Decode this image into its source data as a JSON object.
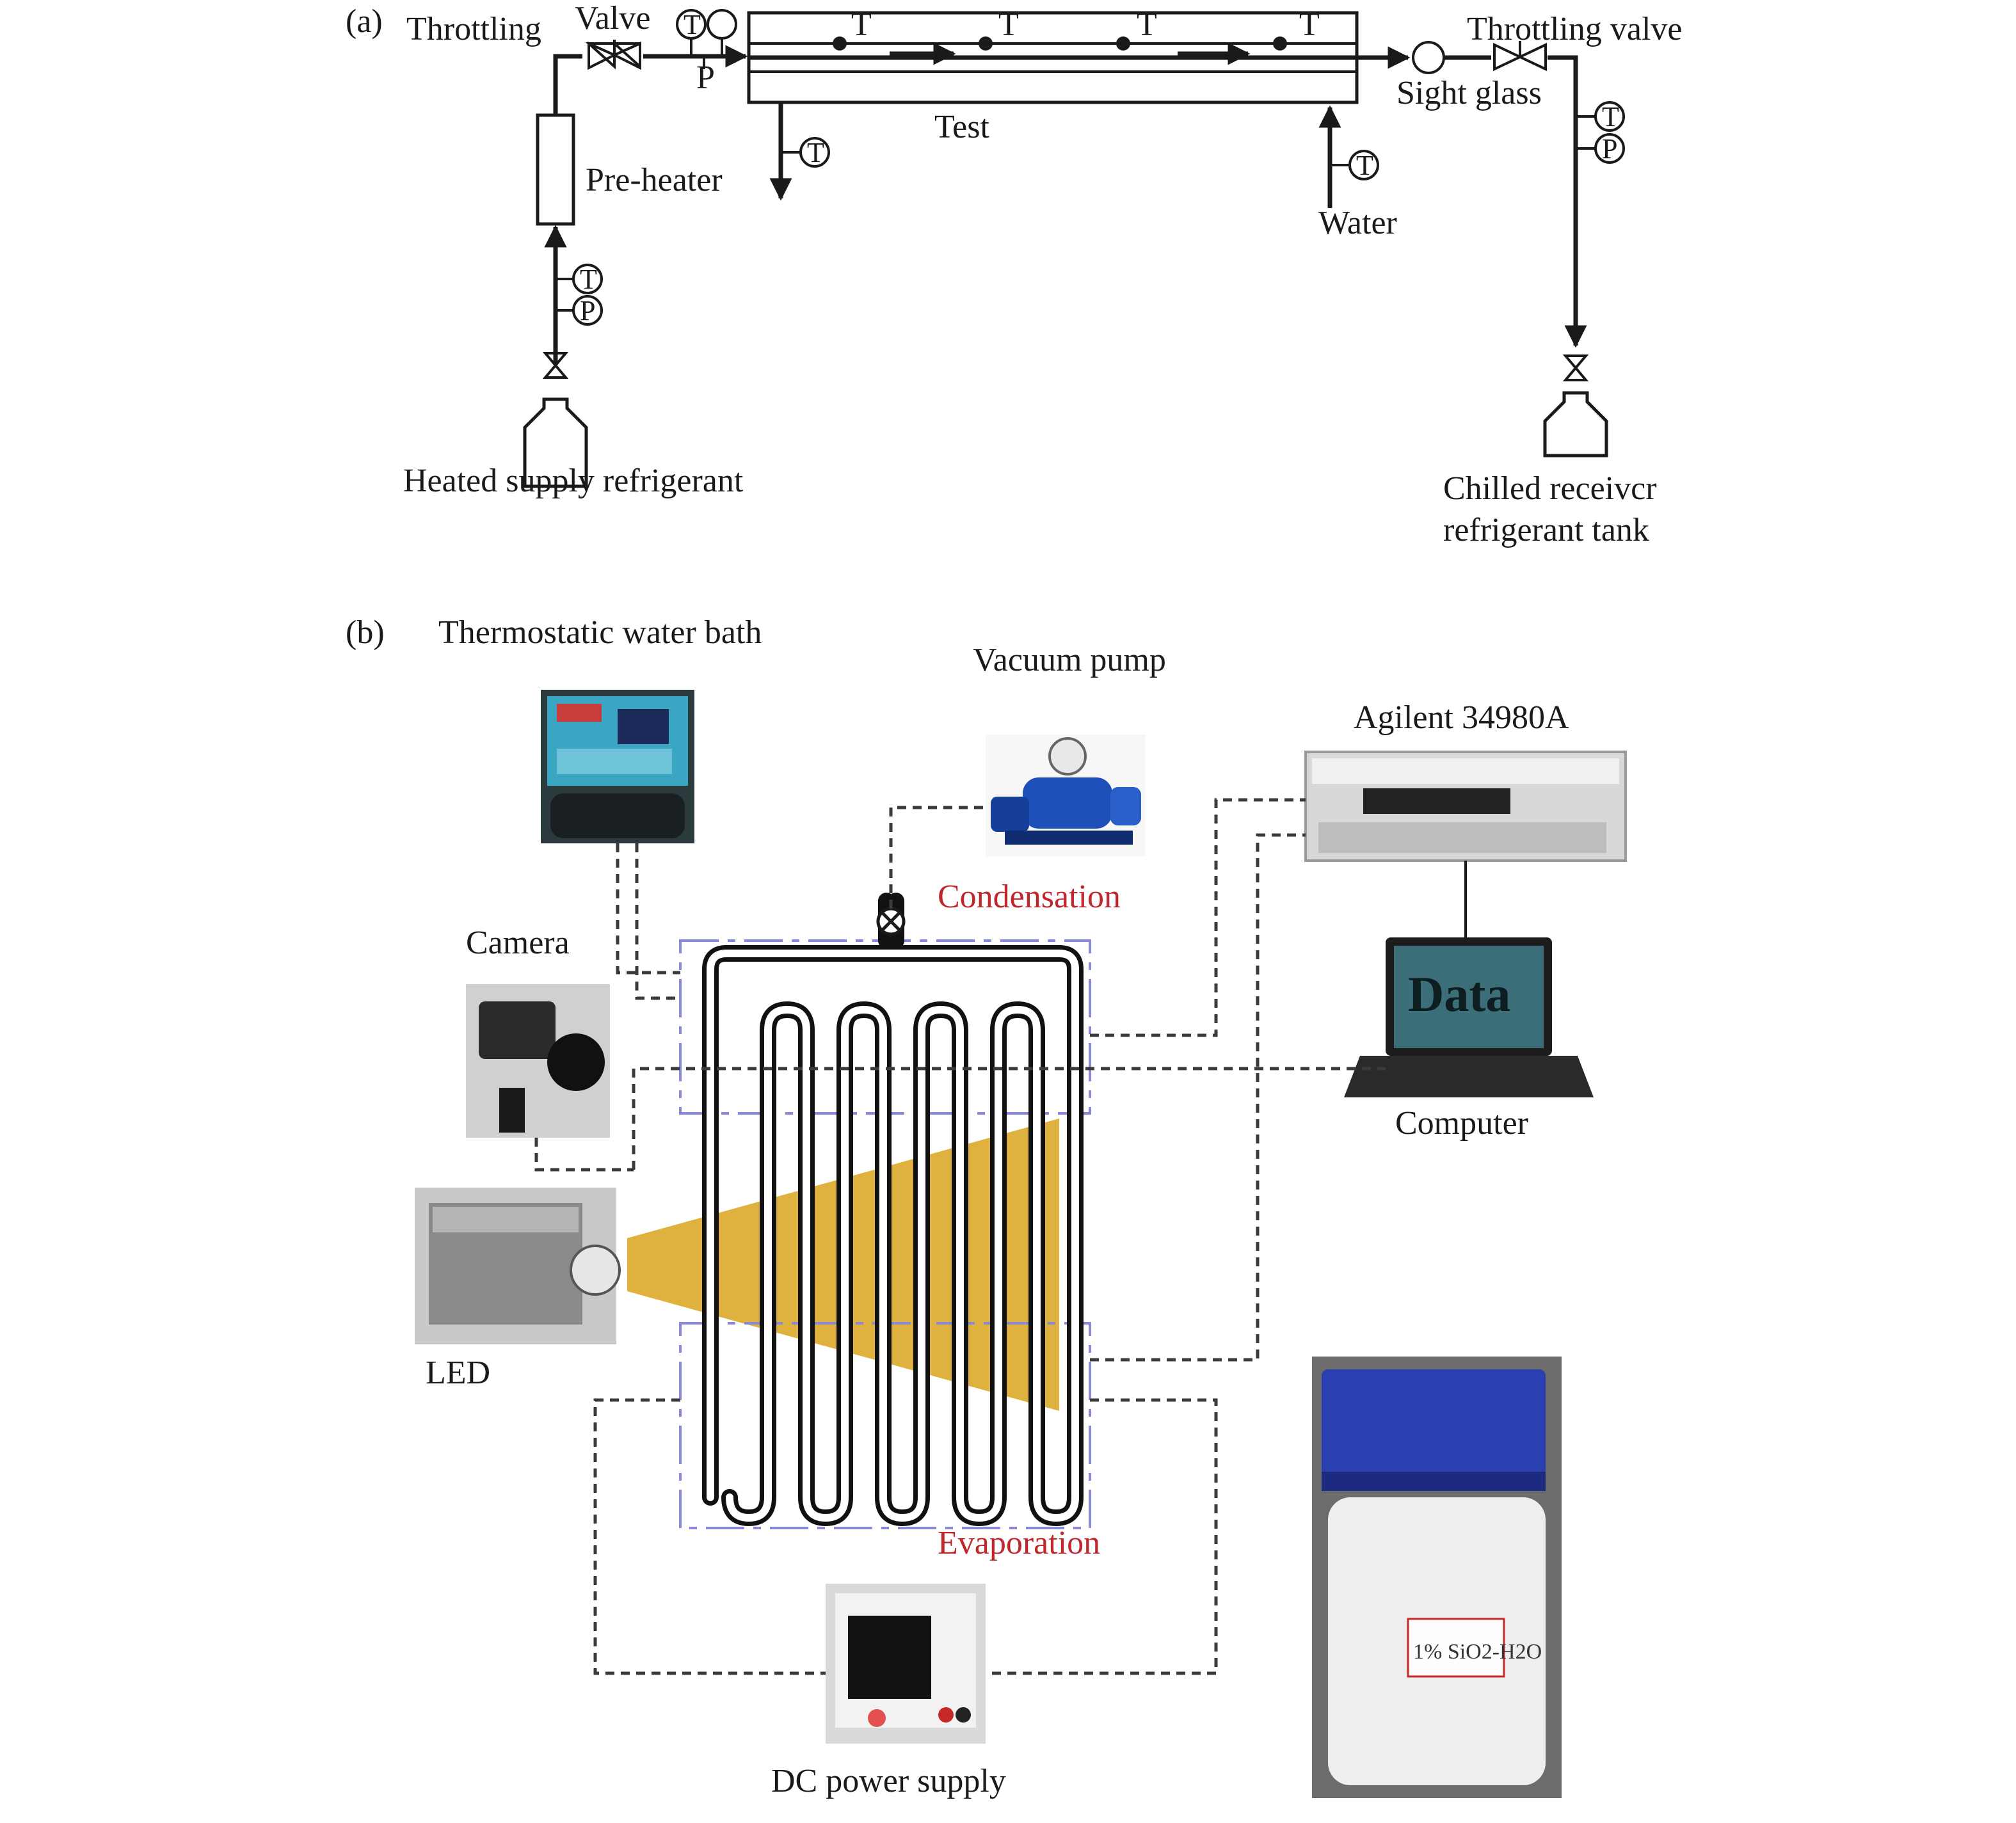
{
  "panel_a": {
    "tag": "(a)",
    "throttling": "Throttling",
    "valve": "Valve",
    "throttling_valve": "Throttling valve",
    "pre_heater": "Pre-heater",
    "test": "Test",
    "sight_glass": "Sight glass",
    "water": "Water",
    "heated_supply": "Heated supply refrigerant",
    "chilled_line1": "Chilled receivcr",
    "chilled_line2": "refrigerant tank",
    "p_label": "P",
    "t_label": "T",
    "gauge_t": "T",
    "gauge_p": "P"
  },
  "panel_b": {
    "tag": "(b)",
    "thermostatic": "Thermostatic water bath",
    "vacuum_pump": "Vacuum pump",
    "agilent": "Agilent 34980A",
    "camera": "Camera",
    "condensation": "Condensation",
    "computer": "Computer",
    "screen_text": "Data",
    "led": "LED",
    "evaporation": "Evaporation",
    "dc_power": "DC power supply",
    "jar_label": "1% SiO2-H2O"
  },
  "colors": {
    "line": "#1a1a1a",
    "red_label": "#c0272d",
    "beam": "#d9a51f",
    "chamber_outline": "#8a88d8",
    "pump_blue": "#1f4fb8",
    "jar_cap": "#2a3fb0"
  }
}
